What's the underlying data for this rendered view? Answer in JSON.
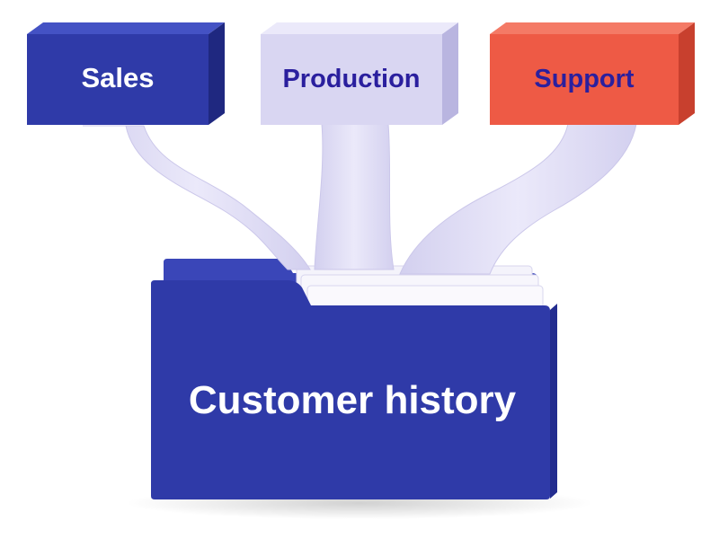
{
  "boxes": [
    {
      "label": "Sales",
      "front_color": "#2f3aa8",
      "top_color": "#4452c4",
      "side_color": "#1f2880",
      "text_color": "#ffffff"
    },
    {
      "label": "Production",
      "front_color": "#d9d6f2",
      "top_color": "#ebe9fa",
      "side_color": "#b9b5e0",
      "text_color": "#2a1f9e"
    },
    {
      "label": "Support",
      "front_color": "#ee5a45",
      "top_color": "#f47a66",
      "side_color": "#c8402e",
      "text_color": "#2a1f9e"
    }
  ],
  "folder": {
    "label": "Customer history",
    "front_color": "#2f3aa8",
    "back_color": "#3a46b8",
    "text_color": "#ffffff"
  },
  "colors": {
    "ribbon": "#e2e0f6",
    "ribbon_shade": "#c9c5ea",
    "paper": "#f3f2fb"
  }
}
